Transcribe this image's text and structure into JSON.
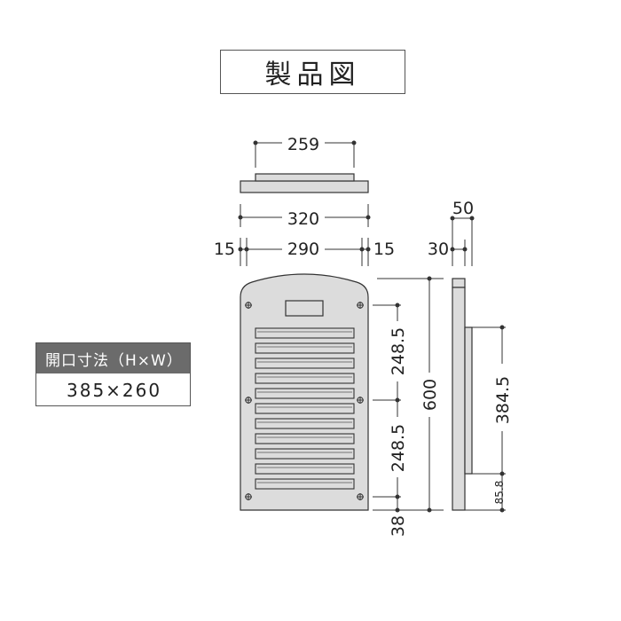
{
  "title": "製品図",
  "opening": {
    "label": "開口寸法（H×W）",
    "value": "385×260"
  },
  "dimensions": {
    "top_width_inner": "259",
    "total_width": "320",
    "inner_width": "290",
    "side_margin_left": "15",
    "side_margin_right": "15",
    "depth_total": "50",
    "depth_body": "30",
    "height_total": "600",
    "opening_upper_half": "248.5",
    "opening_lower_half": "248.5",
    "bottom_margin": "38",
    "side_opening_height": "384.5",
    "side_bottom_offset": "85.8"
  },
  "colors": {
    "body_fill": "#dcdcdc",
    "line": "#333333"
  }
}
